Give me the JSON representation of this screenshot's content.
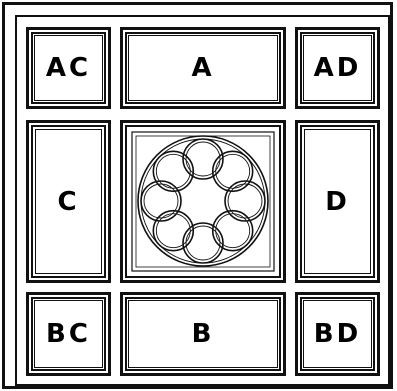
{
  "panels": {
    "top_left": "AC",
    "top": "A",
    "top_right": "AD",
    "left": "C",
    "right": "D",
    "bottom_left": "BC",
    "bottom": "B",
    "bottom_right": "BD"
  },
  "center_ornament": {
    "icon": "rosette-icon",
    "ring_count": 8
  },
  "colors": {
    "ink": "#111111",
    "paper": "#ffffff"
  }
}
